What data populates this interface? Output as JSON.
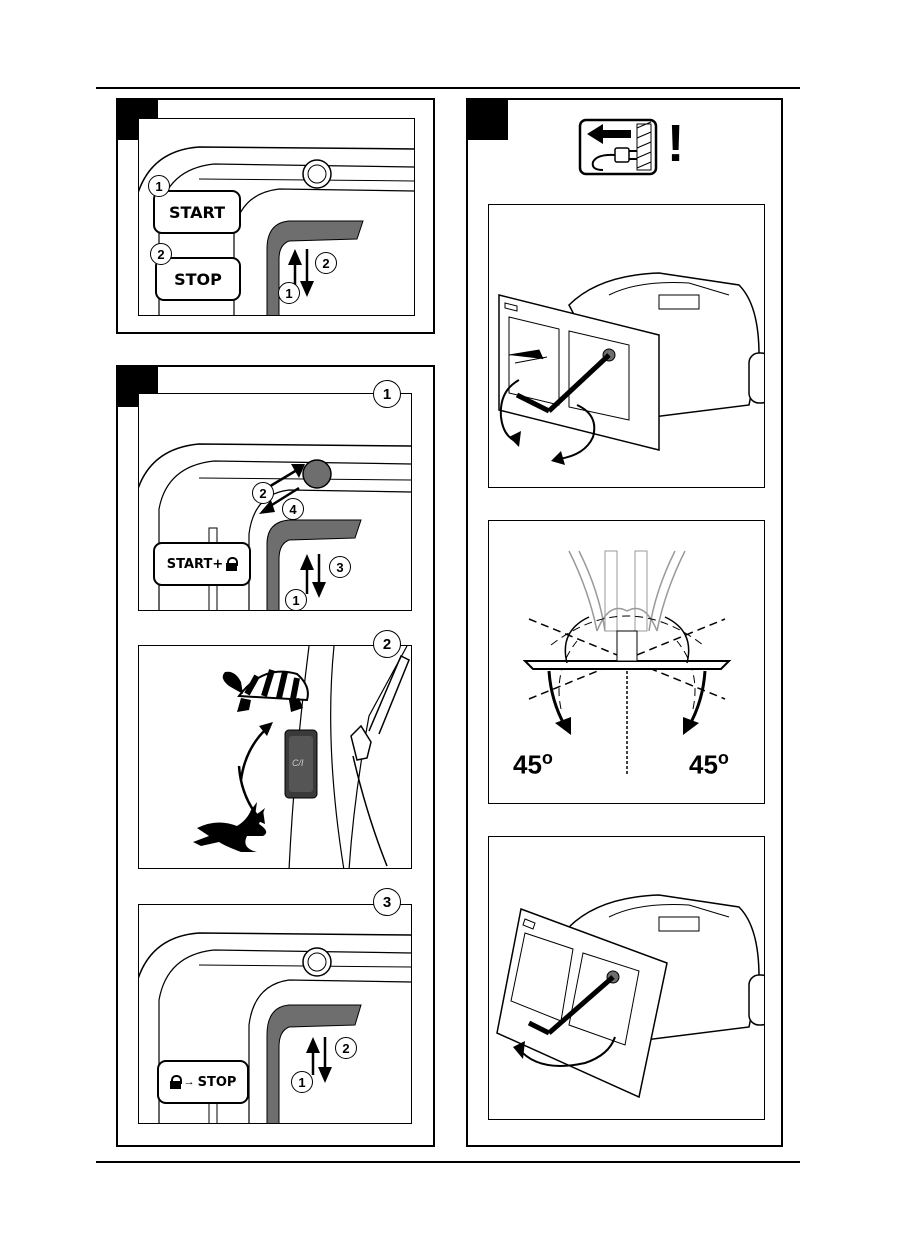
{
  "panel_a": {
    "button_start": "START",
    "button_stop": "STOP",
    "step_1": "1",
    "step_2": "2",
    "arrow_up_step": "1",
    "arrow_down_step": "2"
  },
  "panel_b": {
    "sub1": {
      "index": "1",
      "button_label": "START+",
      "steps": [
        "1",
        "2",
        "3",
        "4"
      ]
    },
    "sub2": {
      "index": "2",
      "slow_icon": "turtle-icon",
      "fast_icon": "hare-icon",
      "switch_mark": "C/I"
    },
    "sub3": {
      "index": "3",
      "button_label": "STOP",
      "steps": [
        "1",
        "2"
      ]
    }
  },
  "panel_c": {
    "warning_icon": "unplug-warning-icon",
    "warning_mark": "!",
    "angle_left": "45",
    "angle_right": "45",
    "angle_unit": "o"
  },
  "colors": {
    "ink": "#000000",
    "grey_fill": "#6e6e6e",
    "line_grey": "#9a9a9a"
  }
}
